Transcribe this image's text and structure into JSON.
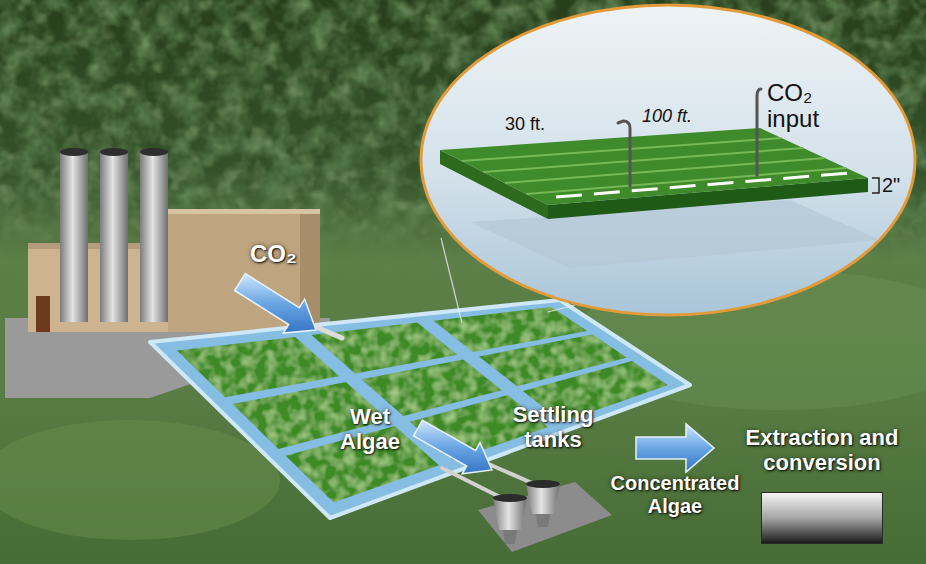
{
  "diagram": {
    "nodes": [
      {
        "text": [
          "Settling tanks"
        ]
      },
      {
        "text": [
          "Extraction and conversion"
        ]
      }
    ],
    "edges": [
      {
        "from": 0,
        "to": 1,
        "arrow": "to",
        "label": "Concentrated Algae"
      }
    ],
    "labels": [
      "CO₂",
      "30 ft.",
      "100 ft.",
      "CO₂ input",
      "2\"",
      "Wet Algae"
    ]
  }
}
